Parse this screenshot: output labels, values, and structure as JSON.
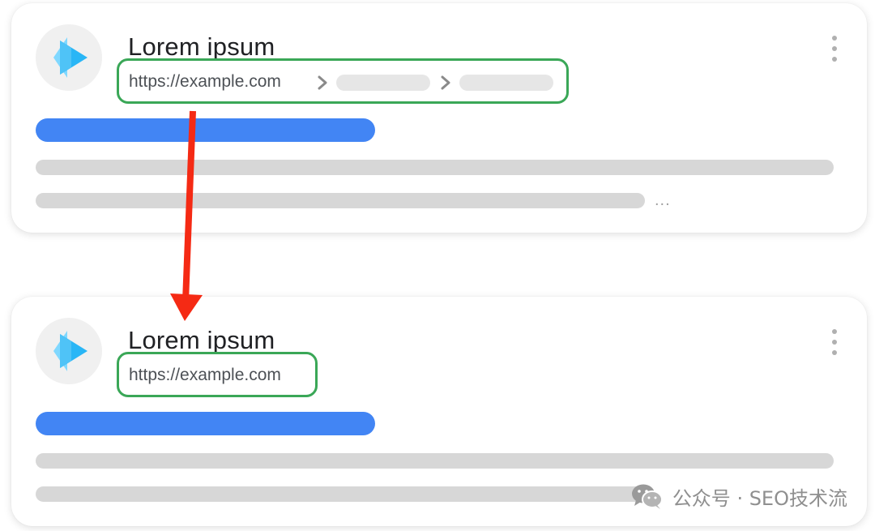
{
  "result_before": {
    "title": "Lorem ipsum",
    "url": "https://example.com",
    "breadcrumb_trail": true,
    "ellipsis": "..."
  },
  "result_after": {
    "title": "Lorem ipsum",
    "url": "https://example.com",
    "breadcrumb_trail": false
  },
  "colors": {
    "highlight_box": "#3aa757",
    "arrow": "#f52a14",
    "snippet_link_bar": "#4285f4",
    "placeholder_line": "#d7d7d7",
    "site_icon": "#29b6f6"
  },
  "icons": {
    "site": "play-triangle-icon",
    "menu": "more-vertical-icon",
    "breadcrumb": "chevron-right-icon",
    "watermark": "wechat-icon"
  },
  "watermark": {
    "text": "公众号 · SEO技术流"
  }
}
